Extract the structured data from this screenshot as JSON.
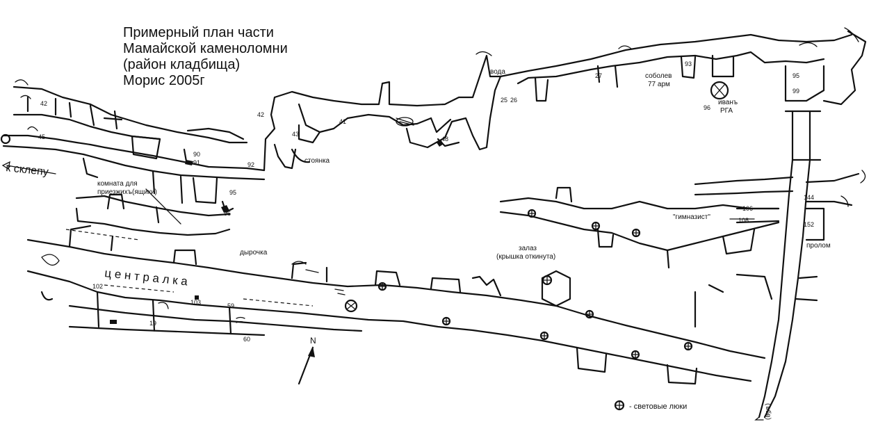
{
  "title": {
    "lines": [
      "Примерный план части",
      "Мамайской каменоломни",
      "(район кладбища)",
      "Морис 2005г"
    ]
  },
  "labels": {
    "to_crypt": "к склепу",
    "guest_room": "комната для\nприезжихъ(ящики)",
    "hole": "дырочка",
    "centralka": "ц е н т р а л к а",
    "water": "вода",
    "camp": "стоянка",
    "sobolev": "соболев\n77 арм",
    "ivan": "иванъ\nРГА",
    "hatch": "залаз\n(крышка откинута)",
    "gymnasist": "\"гимназист\"",
    "breach": "пролом",
    "north": "N",
    "legend": "- световые люки",
    "exit_mark": "(ъбв)"
  },
  "numbers": [
    "42",
    "45",
    "90",
    "91",
    "92",
    "42",
    "43",
    "41",
    "48",
    "25",
    "26",
    "27",
    "93",
    "96",
    "95",
    "99",
    "95",
    "96",
    "106",
    "108",
    "144",
    "152",
    "102",
    "103",
    "59",
    "60",
    "19"
  ],
  "legend_icon": "light-hatch-icon",
  "accent_color": "#111111"
}
